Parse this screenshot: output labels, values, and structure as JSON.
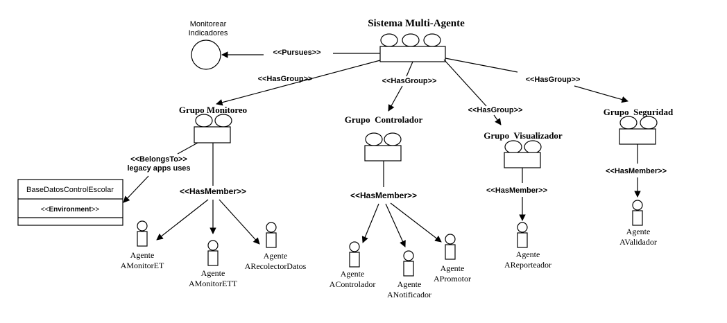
{
  "title": "Sistema Multi-Agente",
  "goal": {
    "label_line1": "Monitorear",
    "label_line2": "Indicadores"
  },
  "relations": {
    "pursues": "<<Pursues>>",
    "has_group": "<<HasGroup>>",
    "has_member": "<<HasMember>>",
    "belongs_to_line1": "<<BelongsTo>>",
    "belongs_to_line2": "legacy apps uses"
  },
  "groups": {
    "monitoreo": "Grupo Monitoreo",
    "controlador": "Grupo  Controlador",
    "visualizador": "Grupo  Visualizador",
    "seguridad": "Grupo  Seguridad"
  },
  "environment": {
    "name": "BaseDatosControlEscolar",
    "stereotype_prefix": "<<",
    "stereotype_word": "Environment",
    "stereotype_suffix": ">>"
  },
  "agents": {
    "monitor_et": {
      "line1": "Agente",
      "line2": "AMonitorET"
    },
    "monitor_ett": {
      "line1": "Agente",
      "line2": "AMonitorETT"
    },
    "recolector": {
      "line1": "Agente",
      "line2": "ARecolectorDatos"
    },
    "controlador": {
      "line1": "Agente",
      "line2": "AControlador"
    },
    "notificador": {
      "line1": "Agente",
      "line2": "ANotificador"
    },
    "promotor": {
      "line1": "Agente",
      "line2": "APromotor"
    },
    "reporteador": {
      "line1": "Agente",
      "line2": "AReporteador"
    },
    "validador": {
      "line1": "Agente",
      "line2": "AValidador"
    }
  }
}
